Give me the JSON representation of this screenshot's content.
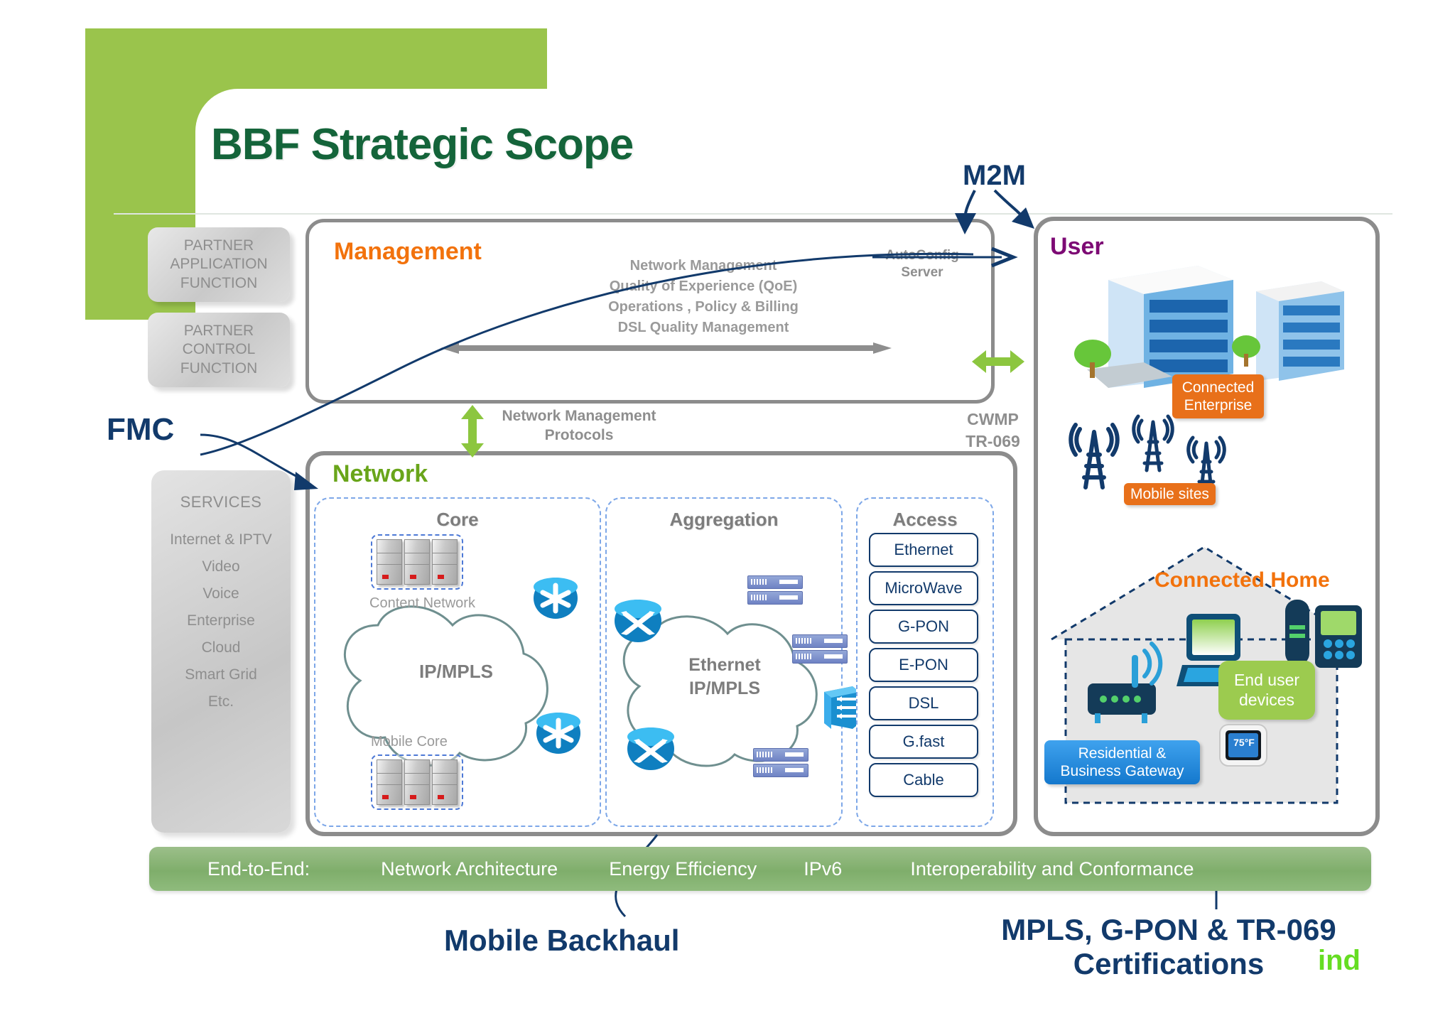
{
  "page_title": "BBF Strategic Scope",
  "colors": {
    "accent_green": "#9ac44c",
    "title_green": "#14643a",
    "management_orange": "#f2720c",
    "network_green": "#69a51a",
    "user_purple": "#7d0a74",
    "callout_navy": "#123a6b",
    "tag_orange": "#e8701a"
  },
  "partner": {
    "application_function": "PARTNER APPLICATION FUNCTION",
    "control_function": "PARTNER CONTROL FUNCTION"
  },
  "management": {
    "label": "Management",
    "bullets": [
      "Network Management",
      "Quality of Experience (QoE)",
      "Operations , Policy & Billing",
      "DSL Quality Management"
    ],
    "autoconfig_server": "AutoConfig Server"
  },
  "callouts": {
    "m2m": "M2M",
    "fmc": "FMC",
    "cwmp": "CWMP",
    "tr069": "TR-069",
    "network_management_protocols": "Network Management Protocols",
    "mobile_backhaul": "Mobile Backhaul",
    "certifications": "MPLS, G-PON & TR-069 Certifications",
    "ind_watermark": "ind"
  },
  "services": {
    "title": "SERVICES",
    "items": [
      "Internet & IPTV",
      "Video",
      "Voice",
      "Enterprise",
      "Cloud",
      "Smart Grid",
      "Etc."
    ]
  },
  "network": {
    "label": "Network",
    "core": {
      "title": "Core",
      "content_network": "Content Network",
      "mobile_core": "Mobile Core",
      "cloud_label": "IP/MPLS"
    },
    "aggregation": {
      "title": "Aggregation",
      "cloud_label_line1": "Ethernet",
      "cloud_label_line2": "IP/MPLS"
    },
    "access": {
      "title": "Access",
      "items": [
        "Ethernet",
        "MicroWave",
        "G-PON",
        "E-PON",
        "DSL",
        "G.fast",
        "Cable"
      ]
    }
  },
  "user": {
    "label": "User",
    "connected_enterprise": "Connected Enterprise",
    "mobile_sites": "Mobile sites",
    "connected_home": "Connected Home",
    "residential_business_gateway": "Residential & Business Gateway",
    "end_user_devices": "End user devices",
    "thermostat_reading": "75°F"
  },
  "end_to_end_bar": {
    "prefix": "End-to-End:",
    "items": [
      "Network Architecture",
      "Energy Efficiency",
      "IPv6",
      "Interoperability and Conformance"
    ]
  }
}
